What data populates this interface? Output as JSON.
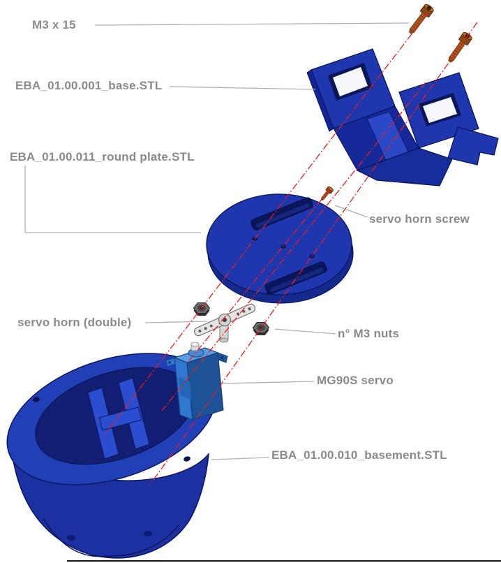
{
  "diagram": {
    "labels": {
      "m3_screws": "M3 x 15",
      "base": "EBA_01.00.001_base.STL",
      "round_plate": "EBA_01.00.011_round plate.STL",
      "servo_horn_screw": "servo horn screw",
      "servo_horn": "servo horn (double)",
      "m3_nuts": "n° M3 nuts",
      "servo": "MG90S servo",
      "basement": "EBA_01.00.010_basement.STL"
    },
    "parts": [
      {
        "name": "m3-screw-m3x15",
        "count": 2
      },
      {
        "name": "base-bracket"
      },
      {
        "name": "round-plate"
      },
      {
        "name": "servo-horn-screw"
      },
      {
        "name": "servo-horn-double"
      },
      {
        "name": "m3-nut",
        "count": 2
      },
      {
        "name": "mg90s-servo"
      },
      {
        "name": "basement-cup"
      }
    ],
    "colors": {
      "label_text": "#8a8a8a",
      "leader_line": "#b0b0b0",
      "axis_line": "#ee1c1c",
      "part_blue": "#1e37ae",
      "part_blue_dark": "#0c1760",
      "servo_blue": "#2f77cf",
      "screw_copper": "#a85a20",
      "horn_gray": "#e4e4e4",
      "nut_gray": "#6b6b6b"
    }
  }
}
